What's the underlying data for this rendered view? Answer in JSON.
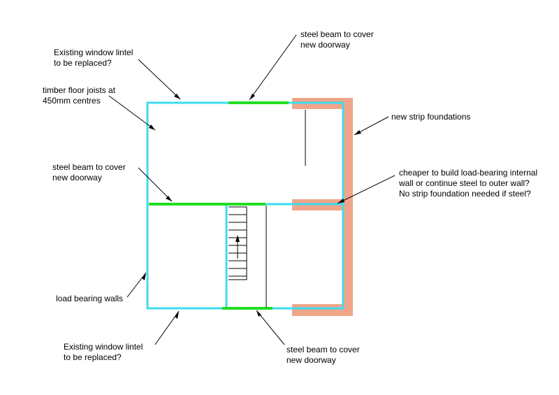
{
  "colors": {
    "load_bearing_wall": "#3ddcf0",
    "steel_beam": "#22dd22",
    "strip_foundation": "#f0a58a",
    "background": "#ffffff",
    "annotation": "#000000"
  },
  "annotations": {
    "lintel_top": [
      "Existing window lintel",
      "to be replaced?"
    ],
    "joists": [
      "timber floor joists at",
      "450mm centres"
    ],
    "beam_left": [
      "steel beam to cover",
      "new doorway"
    ],
    "load_walls": [
      "load bearing walls"
    ],
    "lintel_bottom": [
      "Existing window lintel",
      "to be replaced?"
    ],
    "beam_top": [
      "steel beam to cover",
      "new doorway"
    ],
    "foundations": [
      "new strip foundations"
    ],
    "cheaper_question": [
      "cheaper to build load-bearing internal",
      "wall or continue steel to outer wall?",
      "No strip foundation needed if steel?"
    ],
    "beam_bottom": [
      "steel beam to cover",
      "new doorway"
    ]
  }
}
